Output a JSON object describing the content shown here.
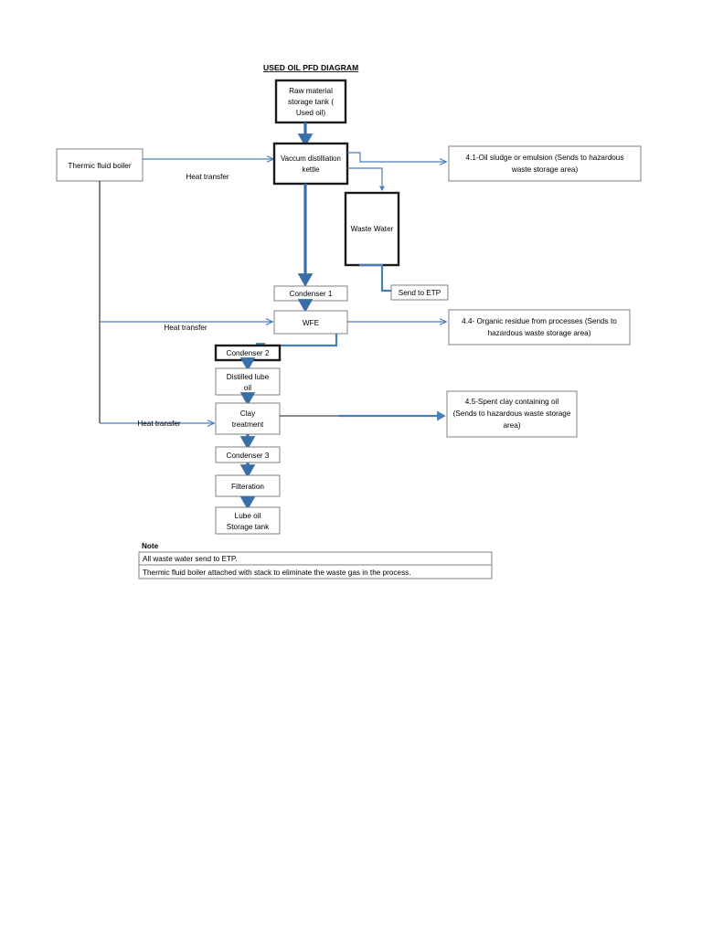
{
  "document": {
    "title": "USED OIL PFD DIAGRAM"
  },
  "nodes": {
    "raw_material": "Raw material storage tank ( Used oil)",
    "raw_material_l1": "Raw material",
    "raw_material_l2": "storage tank (",
    "raw_material_l3": "Used oil)",
    "thermic_boiler": "Thermic fluid boiler",
    "vacuum_kettle_l1": "Vaccum distilliation",
    "vacuum_kettle_l2": "kettle",
    "waste_water": "Waste Water",
    "condenser_1": "Condenser 1",
    "wfe": "WFE",
    "condenser_2": "Condenser 2",
    "distilled_lube_l1": "Distilled lube",
    "distilled_lube_l2": "oil",
    "clay_treatment_l1": "Clay",
    "clay_treatment_l2": "treatment",
    "condenser_3": "Condenser 3",
    "filteration": "Filteration",
    "lube_storage_l1": "Lube oil",
    "lube_storage_l2": "Storage tank",
    "out_41_l1": "4.1-Oil sludge or emulsion (Sends to hazardous",
    "out_41_l2": "waste storage area)",
    "out_44_l1": "4.4- Organic residue from processes (Sends to",
    "out_44_l2": "hazardous waste storage area)",
    "out_45_l1": "4.5-Spent clay containing oil",
    "out_45_l2": "(Sends to hazardous waste storage",
    "out_45_l3": "area)",
    "send_to_etp": "Send to ETP"
  },
  "edges": {
    "heat_transfer_1": "Heat transfer",
    "heat_transfer_2": "Heat transfer",
    "heat_transfer_3": "Heat transfer"
  },
  "note": {
    "heading": "Note",
    "lines": [
      "All waste water send to ETP.",
      "Thermic fluid boiler attached with stack to eliminate the waste gas in the process."
    ]
  },
  "colors": {
    "flow_blue": "#4a7ebb",
    "flow_blue_dark": "#3a6ea8",
    "box_border_dark": "#1a1a1a",
    "box_border_light": "#808080",
    "background": "#ffffff"
  }
}
